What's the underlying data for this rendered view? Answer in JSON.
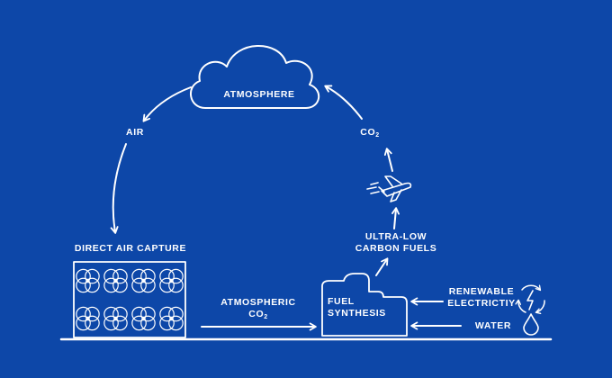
{
  "colors": {
    "background": "#0d47a8",
    "foreground": "#ffffff"
  },
  "labels": {
    "atmosphere": "ATMOSPHERE",
    "air": "AIR",
    "co2_main": "CO",
    "co2_sub": "2",
    "direct_air_capture": "DIRECT AIR CAPTURE",
    "atmospheric_line1": "ATMOSPHERIC",
    "atmospheric_co2_main": "CO",
    "atmospheric_co2_sub": "2",
    "ultra_low_line1": "ULTRA-LOW",
    "ultra_low_line2": "CARBON FUELS",
    "fuel_line1": "FUEL",
    "fuel_line2": "SYNTHESIS",
    "renewable_line1": "RENEWABLE",
    "renewable_line2": "ELECTRICTIY",
    "water": "WATER"
  },
  "icons": [
    "cloud-icon",
    "fan-array-icon",
    "factory-icon",
    "airplane-icon",
    "renewable-cycle-icon",
    "lightning-icon",
    "water-drop-icon"
  ]
}
